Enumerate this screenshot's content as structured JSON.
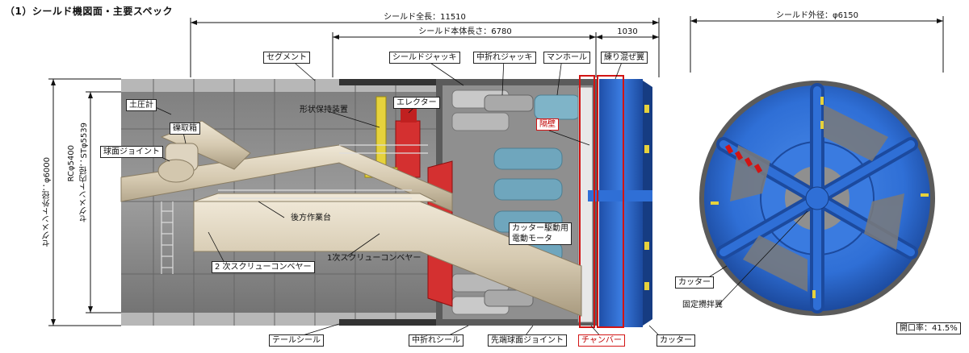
{
  "title": "（1）シールド機図面・主要スペック",
  "dimensions": {
    "shield_total_length": "シールド全長：11510",
    "shield_body_length": "シールド本体長さ：6780",
    "front_length": "1030",
    "shield_outer_diameter": "シールド外径：φ6150",
    "segment_outer_diameter": "セグメント外径：φ6000",
    "rc_diameter": "RCφ5400",
    "st_diameter": "セグメント内径：STφ5539"
  },
  "labels": {
    "segment": "セグメント",
    "earth_pressure_gauge": "土圧計",
    "gravel_box": "礫取箱",
    "ball_joint": "球面ジョイント",
    "shape_retainer": "形状保持装置",
    "erector": "エレクター",
    "shield_jack": "シールドジャッキ",
    "articulation_jack": "中折れジャッキ",
    "manhole": "マンホール",
    "mixing_blade": "練り混ぜ翼",
    "bulkhead": "隔壁",
    "rear_platform": "後方作業台",
    "cutter_motor": "カッター駆動用\n電動モータ",
    "primary_screw_conveyor": "1次スクリューコンベヤー",
    "secondary_screw_conveyor": "2 次スクリューコンベヤー",
    "tail_seal": "テールシール",
    "articulation_seal": "中折れシール",
    "tip_ball_joint": "先端球面ジョイント",
    "chamber": "チャンバー",
    "cutter_side": "カッター",
    "cutter_front": "カッター",
    "fixed_stirring_blade": "固定攪拌翼",
    "opening_ratio": "開口率：41.5%"
  },
  "colors": {
    "cutter_blue": "#2f6fd6",
    "highlight_red": "#d21414",
    "tunnel_gray": "#8b8b8b",
    "conveyor_beige": "#d8cdb8",
    "motor_teal": "#6fa6bd",
    "jack_yellow": "#e6d23c"
  }
}
